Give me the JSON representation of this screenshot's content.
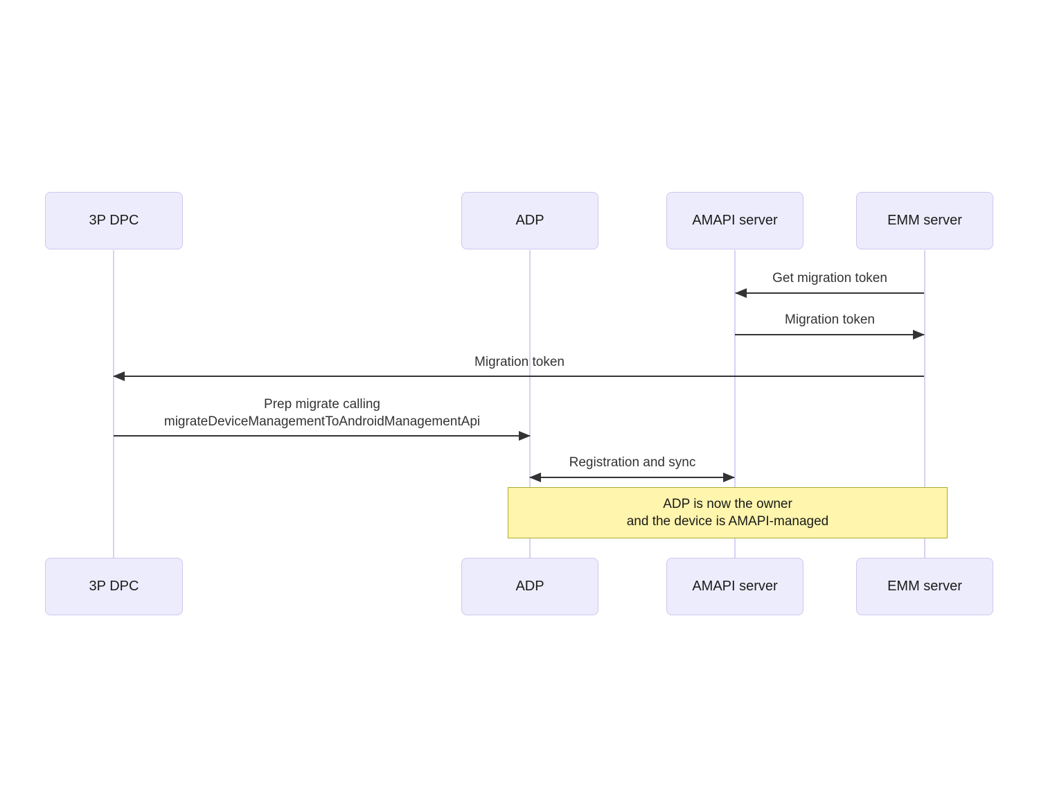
{
  "diagram": {
    "type": "sequence-diagram",
    "actors": [
      {
        "id": "3p-dpc",
        "label": "3P DPC"
      },
      {
        "id": "adp",
        "label": "ADP"
      },
      {
        "id": "amapi-server",
        "label": "AMAPI server"
      },
      {
        "id": "emm-server",
        "label": "EMM server"
      }
    ],
    "messages": [
      {
        "from": "EMM server",
        "to": "AMAPI server",
        "direction": "left",
        "label": "Get migration token"
      },
      {
        "from": "AMAPI server",
        "to": "EMM server",
        "direction": "right",
        "label": "Migration token"
      },
      {
        "from": "EMM server",
        "to": "3P DPC",
        "direction": "left",
        "label": "Migration token"
      },
      {
        "from": "3P DPC",
        "to": "ADP",
        "direction": "right",
        "label_lines": [
          "Prep migrate calling",
          "migrateDeviceManagementToAndroidManagementApi"
        ]
      },
      {
        "from": "ADP",
        "to": "AMAPI server",
        "direction": "both",
        "label": "Registration and sync"
      }
    ],
    "note": {
      "over": [
        "ADP",
        "EMM server"
      ],
      "lines": [
        "ADP is now the owner",
        "and the device is AMAPI-managed"
      ]
    }
  },
  "theme": {
    "bg": "#ffffff",
    "actor_fill": "#ececfc",
    "actor_border": "#cfc7ef",
    "lifeline": "#d9d0f2",
    "arrow": "#333333",
    "msg_text": "#333333",
    "actor_text": "#1a1a1a",
    "note_fill": "#fff5ad",
    "note_border": "#aaaa33",
    "note_text": "#1a1a1a"
  }
}
